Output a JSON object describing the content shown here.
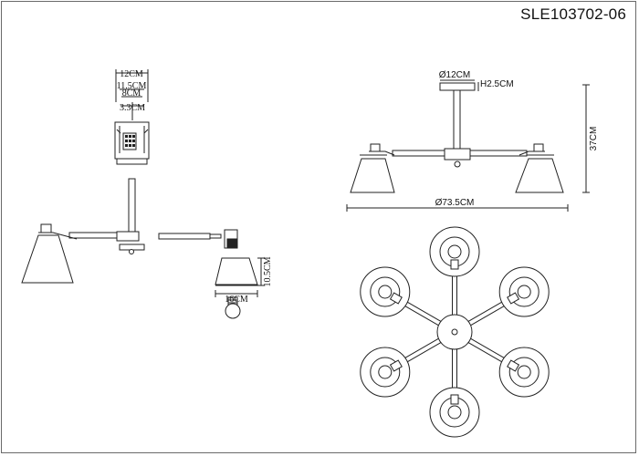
{
  "model_code": "SLE103702-06",
  "left_view": {
    "top_box_width": "12CM",
    "inner_width_1": "11.5CM",
    "inner_width_2": "8CM",
    "box_height": "3.3CM",
    "shade_height": "10.5CM",
    "shade_diameter": "16CM"
  },
  "front_view": {
    "canopy_diameter": "Ø12CM",
    "canopy_height": "H2.5CM",
    "total_height": "37CM",
    "total_width": "Ø73.5CM"
  },
  "bottom_view": {
    "arm_count": 6
  }
}
